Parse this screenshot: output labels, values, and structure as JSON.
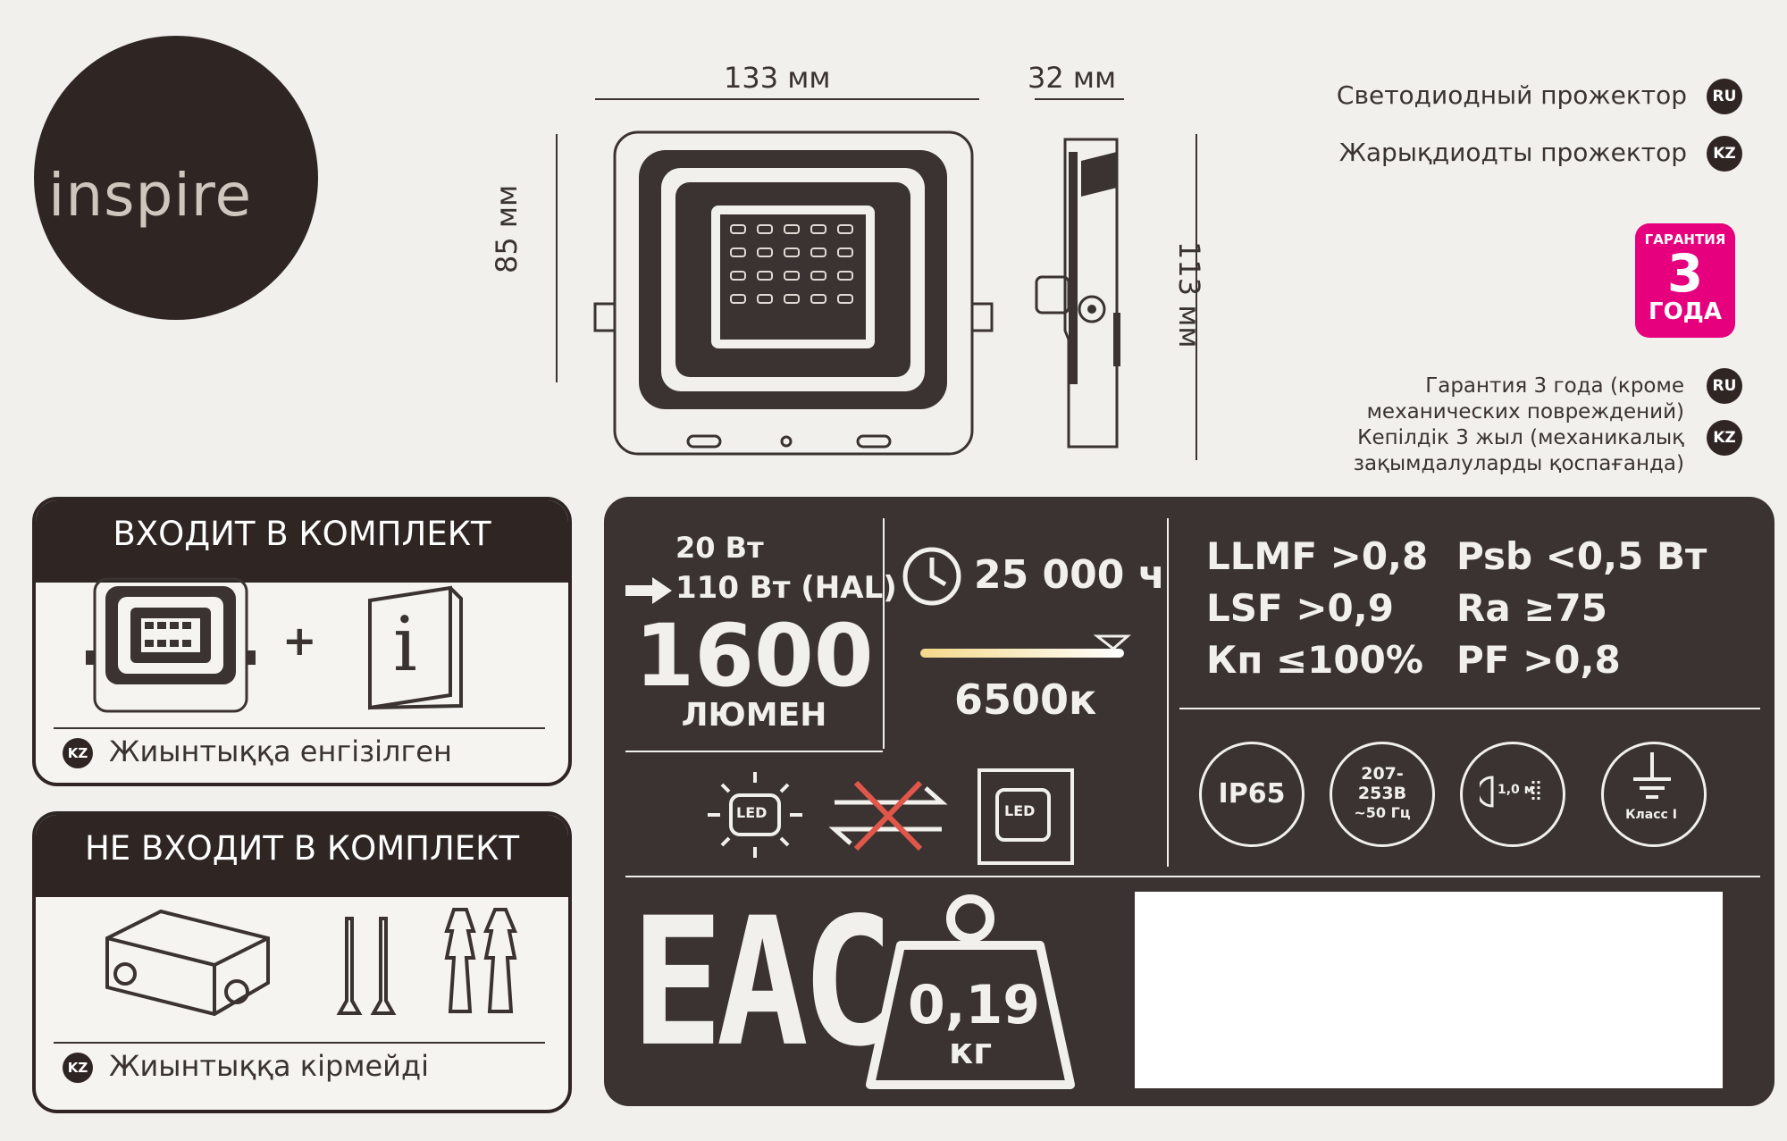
{
  "brand": {
    "logo_text": "inspire"
  },
  "dimensions": {
    "width": "133 мм",
    "depth": "32 мм",
    "front_height": "85 мм",
    "side_height": "113 мм"
  },
  "product": {
    "name_ru": "Светодиодный прожектор",
    "name_kz": "Жарықдиодты прожектор",
    "lang_ru": "RU",
    "lang_kz": "KZ"
  },
  "guarantee": {
    "badge_title": "ГАРАНТИЯ",
    "badge_number": "3",
    "badge_unit": "ГОДА",
    "ru_line1": "Гарантия 3 года (кроме",
    "ru_line2": "механических повреждений)",
    "kz_line1": "Кепілдік 3 жыл (механикалық",
    "kz_line2": "зақымдалуларды қоспағанда)"
  },
  "included": {
    "title": "ВХОДИТ В КОМПЛЕКТ",
    "plus": "+",
    "manual_icon": "i",
    "kz_badge": "KZ",
    "kz_text": "Жиынтыққа енгізілген"
  },
  "not_included": {
    "title": "НЕ ВХОДИТ В КОМПЛЕКТ",
    "kz_badge": "KZ",
    "kz_text": "Жиынтыққа кірмейді"
  },
  "specs": {
    "power": "20 Вт",
    "equiv": "110 Вт (HAL)",
    "lumens": "1600",
    "lumens_unit": "ЛЮМЕН",
    "lifetime": "25 000 ч",
    "color_temp": "6500к",
    "led_label_1": "LED",
    "led_label_2": "LED",
    "llmf": "LLMF >0,8",
    "lsf": "LSF >0,9",
    "kp": "Кп ≤100%",
    "psb": "Psb <0,5 Вт",
    "ra": "Ra ≥75",
    "pf": "PF >0,8",
    "ip": "IP65",
    "voltage_1": "207-",
    "voltage_2": "253В",
    "voltage_3": "~50 Гц",
    "distance": "1,0 м",
    "class": "Класс I",
    "eac": "ЕАС",
    "weight": "0,19",
    "weight_unit": "кг"
  }
}
